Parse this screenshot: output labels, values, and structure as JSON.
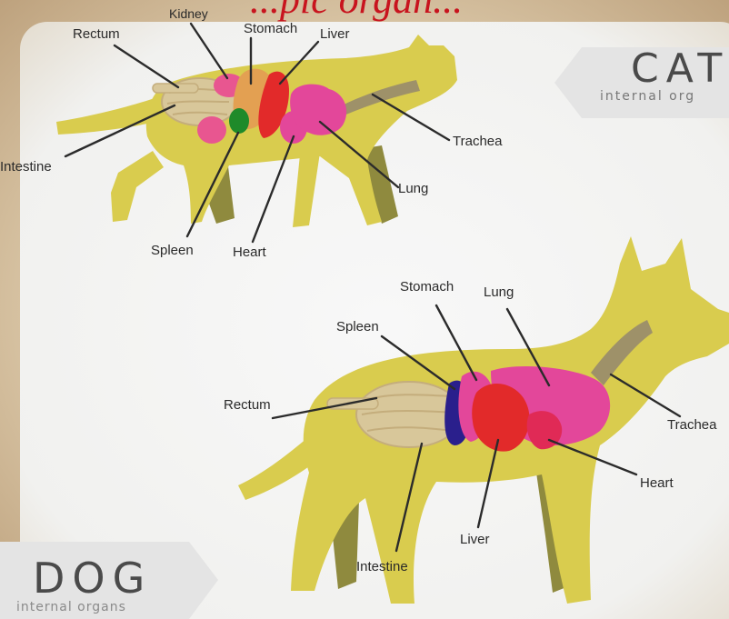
{
  "header": {
    "title": "...pic organ..."
  },
  "cat": {
    "title": "CAT",
    "subtitle": "internal org",
    "labels": {
      "rectum": "Rectum",
      "kidney": "Kidney",
      "stomach": "Stomach",
      "liver": "Liver",
      "trachea": "Trachea",
      "intestine": "Intestine",
      "lung": "Lung",
      "spleen": "Spleen",
      "heart": "Heart"
    }
  },
  "dog": {
    "title": "DOG",
    "subtitle": "internal organs",
    "labels": {
      "stomach": "Stomach",
      "lung": "Lung",
      "spleen": "Spleen",
      "rectum": "Rectum",
      "trachea": "Trachea",
      "heart": "Heart",
      "liver": "Liver",
      "intestine": "Intestine"
    }
  },
  "colors": {
    "body": "#d9cc4e",
    "body_shadow": "#8f8a3e",
    "intestine": "#d8c79a",
    "lung": "#e3479a",
    "heart": "#e02a56",
    "liver": "#e22a2a",
    "stomach": "#e3a052",
    "kidney": "#e85690",
    "spleen_cat": "#1f8a2a",
    "spleen_dog": "#2a1f8c",
    "trachea": "#9e9169"
  }
}
